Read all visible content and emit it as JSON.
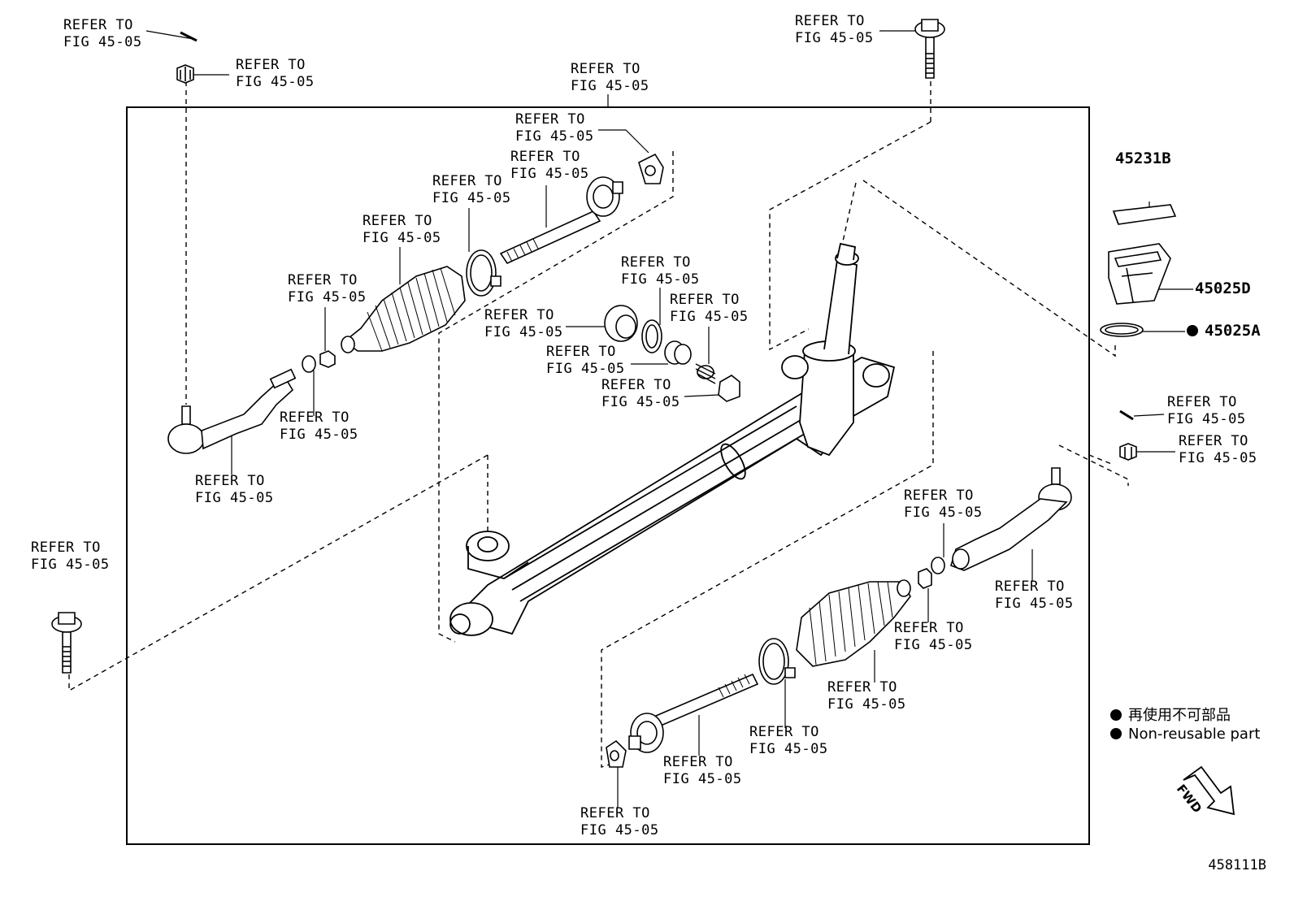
{
  "refer": {
    "line1": "REFER TO",
    "line2": "FIG 45-05"
  },
  "parts": {
    "p45231b": "45231B",
    "p45025d": "45025D",
    "p45025a": "45025A"
  },
  "legend": {
    "chinese": "再使用不可部品",
    "english": "Non-reusable part"
  },
  "fwd": "FWD",
  "diagram_id": "458111B"
}
